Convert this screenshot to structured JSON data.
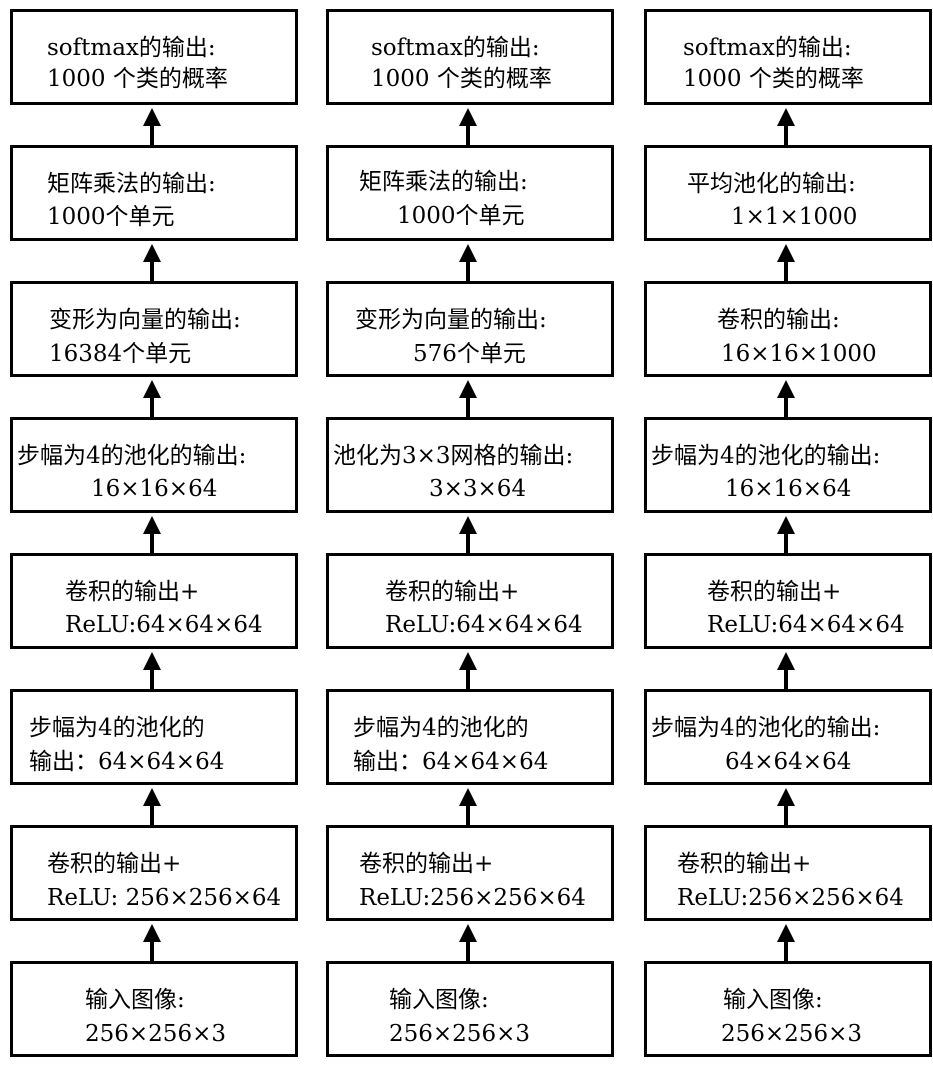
{
  "columns": [
    {
      "boxes": [
        {
          "line1": "softmax的输出:",
          "line2": "1000 个类的概率"
        },
        {
          "line1": "矩阵乘法的输出:",
          "line2": "1000个单元"
        },
        {
          "line1": "变形为向量的输出:",
          "line2": "16384个单元"
        },
        {
          "line1": "步幅为4的池化的输出:",
          "line2": "16×16×64"
        },
        {
          "line1": "卷积的输出+",
          "line2": "ReLU:64×64×64"
        },
        {
          "line1": "步幅为4的池化的",
          "line2": "输出：64×64×64"
        },
        {
          "line1": "卷积的输出+",
          "line2": "ReLU: 256×256×64"
        },
        {
          "line1": "输入图像:",
          "line2": "256×256×3"
        }
      ]
    },
    {
      "boxes": [
        {
          "line1": "softmax的输出:",
          "line2": "1000 个类的概率"
        },
        {
          "line1": "矩阵乘法的输出:",
          "line2": "1000个单元"
        },
        {
          "line1": "变形为向量的输出:",
          "line2": "576个单元"
        },
        {
          "line1": "池化为3×3网格的输出:",
          "line2": "3×3×64"
        },
        {
          "line1": "卷积的输出+",
          "line2": "ReLU:64×64×64"
        },
        {
          "line1": "步幅为4的池化的",
          "line2": "输出：64×64×64"
        },
        {
          "line1": "卷积的输出+",
          "line2": "ReLU:256×256×64"
        },
        {
          "line1": "输入图像:",
          "line2": "256×256×3"
        }
      ]
    },
    {
      "boxes": [
        {
          "line1": "softmax的输出:",
          "line2": "1000 个类的概率"
        },
        {
          "line1": "平均池化的输出:",
          "line2": "1×1×1000"
        },
        {
          "line1": "卷积的输出:",
          "line2": "16×16×1000"
        },
        {
          "line1": "步幅为4的池化的输出:",
          "line2": "16×16×64"
        },
        {
          "line1": "卷积的输出+",
          "line2": "ReLU:64×64×64"
        },
        {
          "line1": "步幅为4的池化的输出:",
          "line2": "64×64×64"
        },
        {
          "line1": "卷积的输出+",
          "line2": "ReLU:256×256×64"
        },
        {
          "line1": "输入图像:",
          "line2": "256×256×3"
        }
      ]
    }
  ]
}
